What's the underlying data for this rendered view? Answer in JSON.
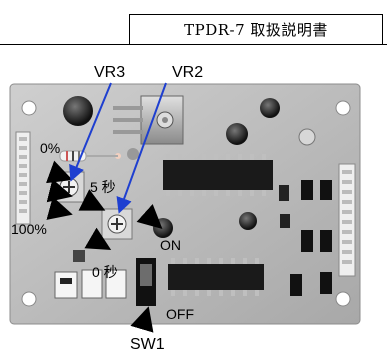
{
  "header": {
    "title": "TPDR-7 取扱説明書"
  },
  "labels": {
    "vr3": "VR3",
    "vr2": "VR2",
    "zero_percent": "0%",
    "five_sec": "5 秒",
    "hundred_percent": "100%",
    "zero_sec": "0 秒",
    "on": "ON",
    "off": "OFF",
    "sw1": "SW1"
  },
  "colors": {
    "board": "#bcbcbc",
    "board_shadow": "#9a9a9a",
    "arrow_blue": "#1e3fd0",
    "arrow_black": "#000000",
    "chip": "#1a1a1a",
    "hole": "#ffffff"
  },
  "icons": {
    "arrow": "arrow-icon",
    "potentiometer": "potentiometer-icon"
  }
}
